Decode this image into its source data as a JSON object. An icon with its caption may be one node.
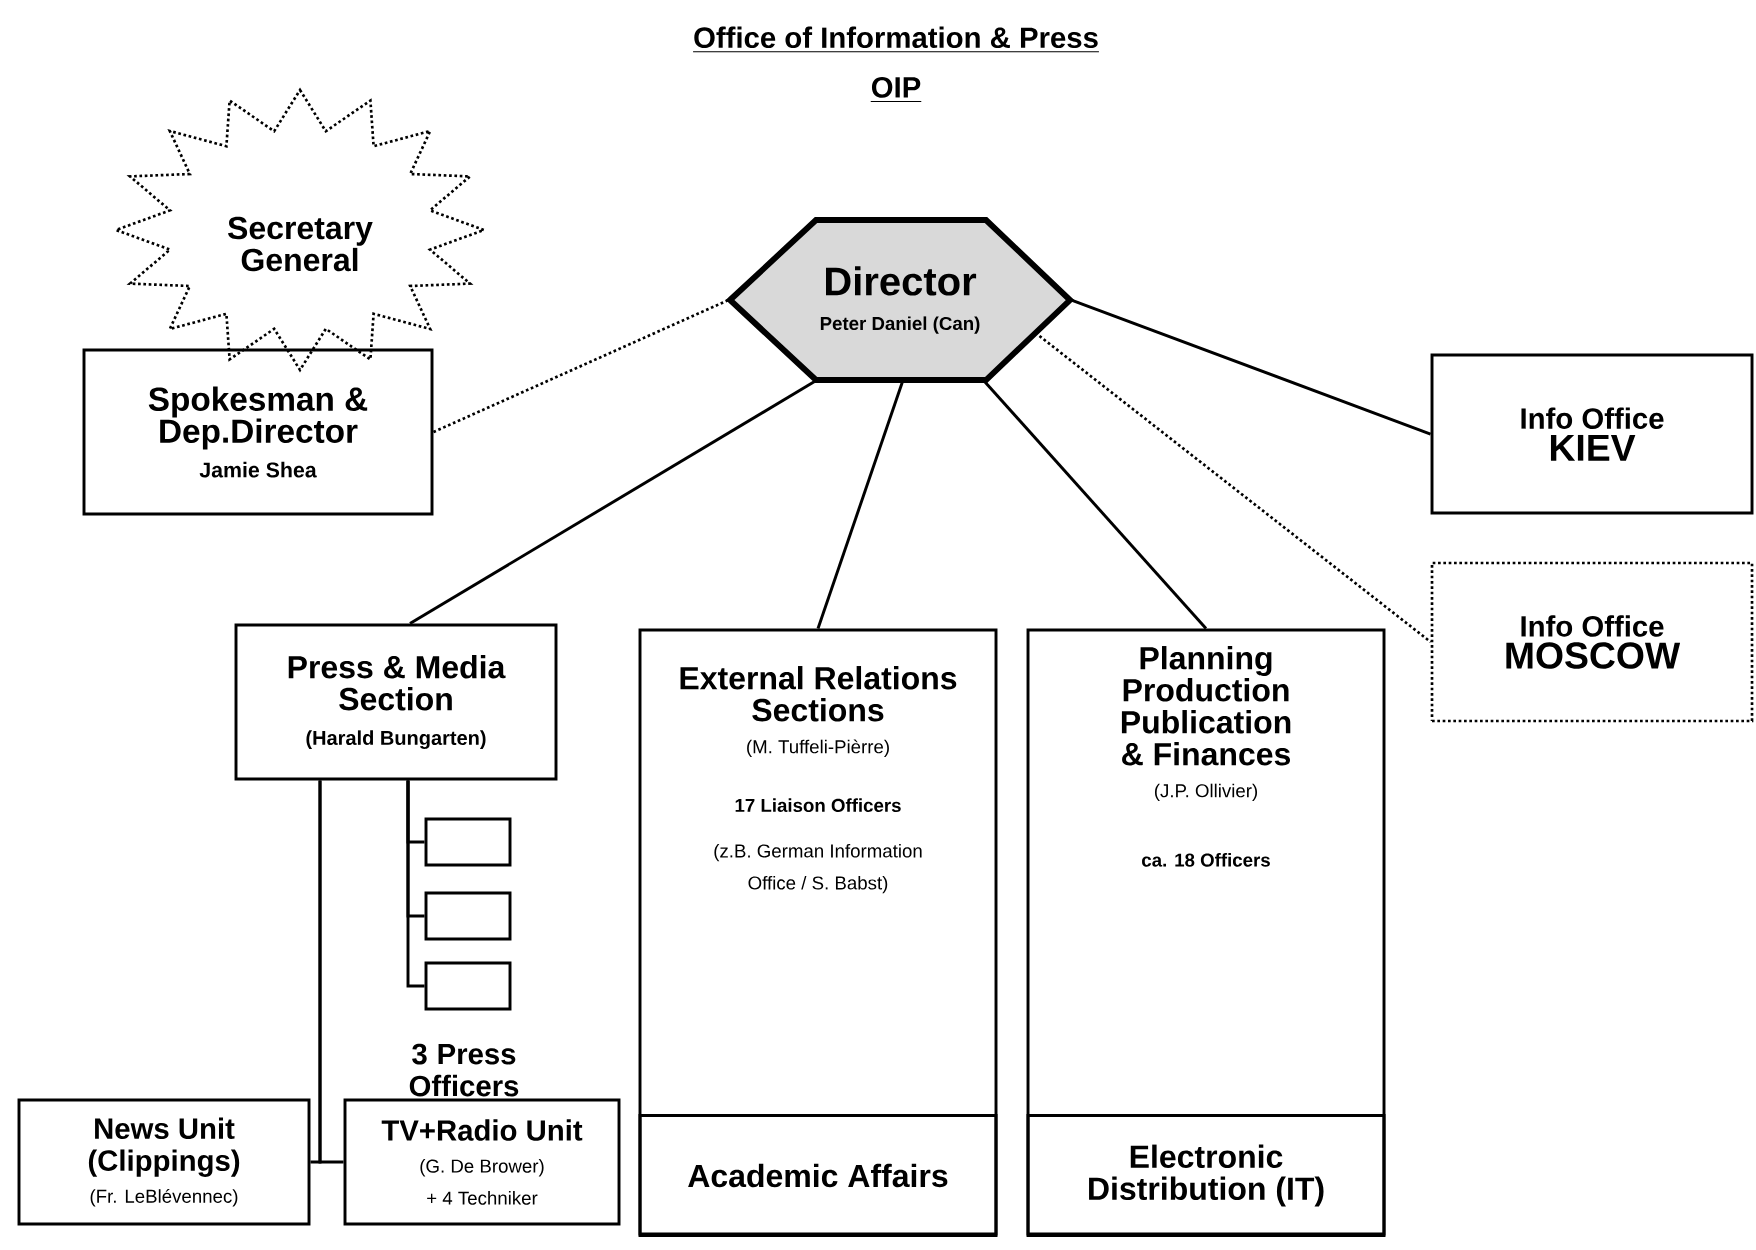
{
  "diagram": {
    "title": "Office of Information & Press",
    "nodes": [
      {
        "text": [
          "Secretary General"
        ]
      },
      {
        "text": [
          "Director",
          "Peter Daniel (Can)"
        ]
      },
      {
        "text": [
          "Spokesman & Dep.Director",
          "Jamie Shea"
        ]
      },
      {
        "text": [
          "Info Office",
          "KIEV"
        ]
      },
      {
        "text": [
          "Info Office",
          "MOSCOW"
        ]
      },
      {
        "text": [
          "Press & Media Section",
          "(Harald Bungarten)"
        ]
      },
      {
        "text": [
          "External Relations Sections",
          "(M. Tuffeli-Pièrre)",
          "17 Liaison Officers",
          "(z.B. German Information Office / S. Babst)"
        ]
      },
      {
        "text": [
          "Academic Affairs"
        ],
        "in": 6
      },
      {
        "text": [
          "Planning Production Publication & Finances",
          "(J.P. Ollivier)",
          "ca. 18 Officers"
        ]
      },
      {
        "text": [
          "Electronic Distribution (IT)"
        ],
        "in": 8
      },
      {
        "text": [],
        "shape": "box"
      },
      {
        "text": [],
        "shape": "box"
      },
      {
        "text": [],
        "shape": "box"
      },
      {
        "text": [
          "News Unit (Clippings)",
          "(Fr. LeBlévennec)"
        ]
      },
      {
        "text": [
          "TV+Radio Unit",
          "(G. De Brower)",
          "+ 4 Techniker"
        ]
      }
    ],
    "edges": [
      {
        "from": 2,
        "to": 1,
        "arrow": "none",
        "style": "dashed"
      },
      {
        "from": 1,
        "to": 3,
        "arrow": "none"
      },
      {
        "from": 1,
        "to": 4,
        "arrow": "none",
        "style": "dashed"
      },
      {
        "from": 1,
        "to": 5,
        "arrow": "none"
      },
      {
        "from": 1,
        "to": 6,
        "arrow": "none"
      },
      {
        "from": 1,
        "to": 8,
        "arrow": "none"
      },
      {
        "from": 5,
        "to": 10,
        "arrow": "none"
      },
      {
        "from": 5,
        "to": 11,
        "arrow": "none"
      },
      {
        "from": 5,
        "to": 12,
        "arrow": "none"
      },
      {
        "from": 5,
        "to": 13,
        "arrow": "none"
      },
      {
        "from": 5,
        "to": 14,
        "arrow": "none"
      }
    ],
    "labels": [
      "OIP",
      "3 Press Officers"
    ]
  }
}
